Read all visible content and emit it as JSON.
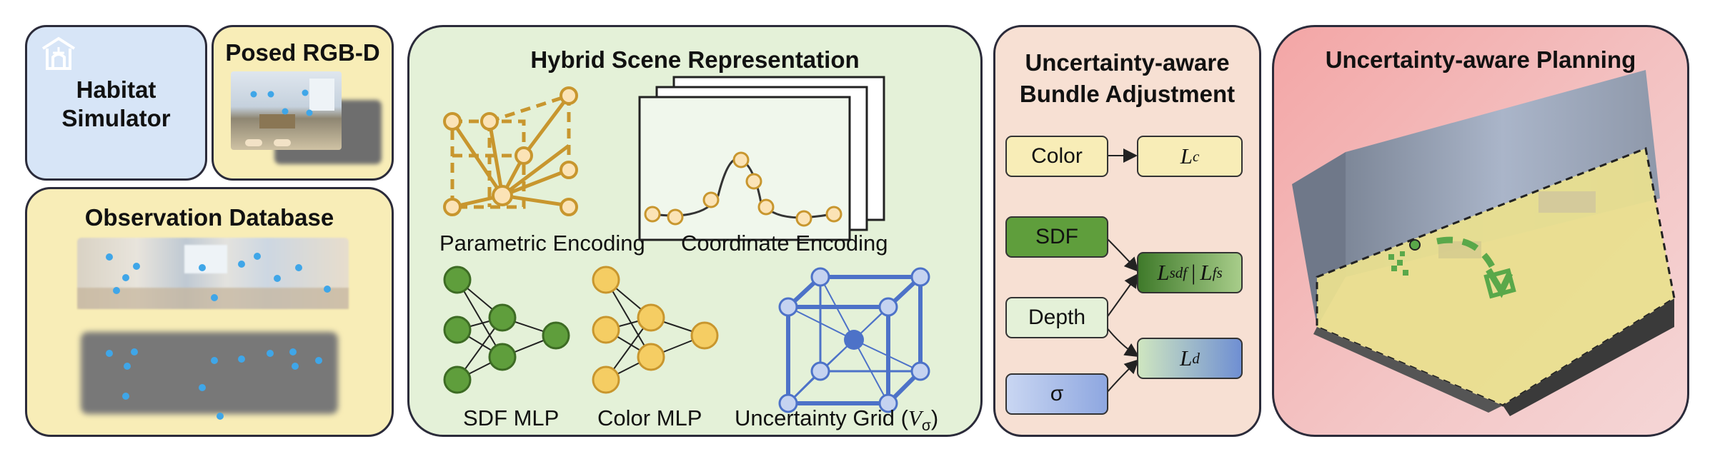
{
  "panels": {
    "habitat": {
      "title_line1": "Habitat",
      "title_line2": "Simulator",
      "icon": "building-icon"
    },
    "posed_rgbd": {
      "title": "Posed RGB-D"
    },
    "observation_db": {
      "title": "Observation Database"
    },
    "hybrid": {
      "title": "Hybrid Scene Representation",
      "parametric_label": "Parametric Encoding",
      "coordinate_label": "Coordinate Encoding",
      "sdf_mlp_label": "SDF MLP",
      "color_mlp_label": "Color MLP",
      "uncertainty_grid_label": "Uncertainty Grid (",
      "uncertainty_grid_symbol": "V",
      "uncertainty_grid_sub": "σ",
      "uncertainty_grid_close": ")"
    },
    "bundle": {
      "title_line1": "Uncertainty-aware",
      "title_line2": "Bundle Adjustment",
      "inputs": {
        "color": "Color",
        "sdf": "SDF",
        "depth": "Depth",
        "sigma": "σ"
      },
      "losses": {
        "lc_main": "L",
        "lc_sub": "c",
        "lsdf_main": "L",
        "lsdf_sub": "sdf",
        "lsep": "|",
        "lfs_main": "L",
        "lfs_sub": "fs",
        "ld_main": "L",
        "ld_sub": "d"
      }
    },
    "planning": {
      "title": "Uncertainty-aware Planning"
    }
  },
  "colors": {
    "habitat_bg": "#d7e5f7",
    "rgbd_bg": "#f8edb7",
    "obsdb_bg": "#f8edb7",
    "hybrid_bg": "#e4f1d8",
    "bundle_bg": "#f7e0d3",
    "planning_bg": "#f3c0c0",
    "param_gold": "#c8962e",
    "node_cream": "#fbe3b6",
    "sdf_green": "#5f9e3c",
    "color_yellow": "#f5cd63",
    "grid_blue": "#4d72c8",
    "point_blue": "#3fa6e8"
  }
}
